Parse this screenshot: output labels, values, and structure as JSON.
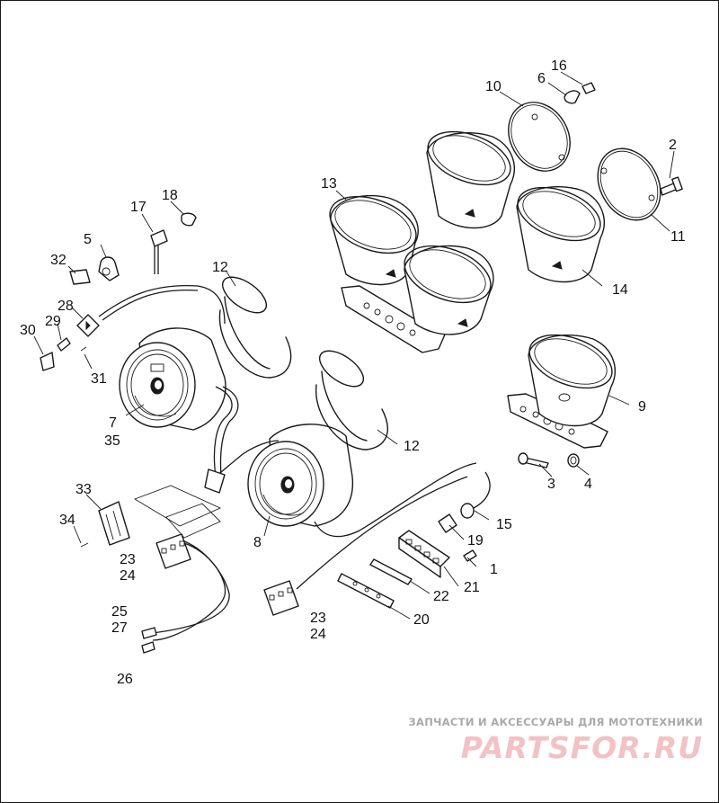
{
  "diagram": {
    "callouts": {
      "c1": "1",
      "c2": "2",
      "c3": "3",
      "c4": "4",
      "c5": "5",
      "c6": "6",
      "c7": "7",
      "c35": "35",
      "c8": "8",
      "c9": "9",
      "c10": "10",
      "c11": "11",
      "c12a": "12",
      "c12b": "12",
      "c13": "13",
      "c14": "14",
      "c15": "15",
      "c16": "16",
      "c17": "17",
      "c18": "18",
      "c19": "19",
      "c20": "20",
      "c21": "21",
      "c22": "22",
      "c23a": "23",
      "c24a": "24",
      "c23b": "23",
      "c24b": "24",
      "c25": "25",
      "c27": "27",
      "c26": "26",
      "c28": "28",
      "c29": "29",
      "c30": "30",
      "c31": "31",
      "c32": "32",
      "c33": "33",
      "c34": "34"
    }
  },
  "watermark": {
    "tagline": "ЗАПЧАСТИ И АКСЕССУАРЫ ДЛЯ МОТОТЕХНИКИ",
    "brand": "PARTSFOR.RU",
    "color": "#f2c2c6"
  }
}
